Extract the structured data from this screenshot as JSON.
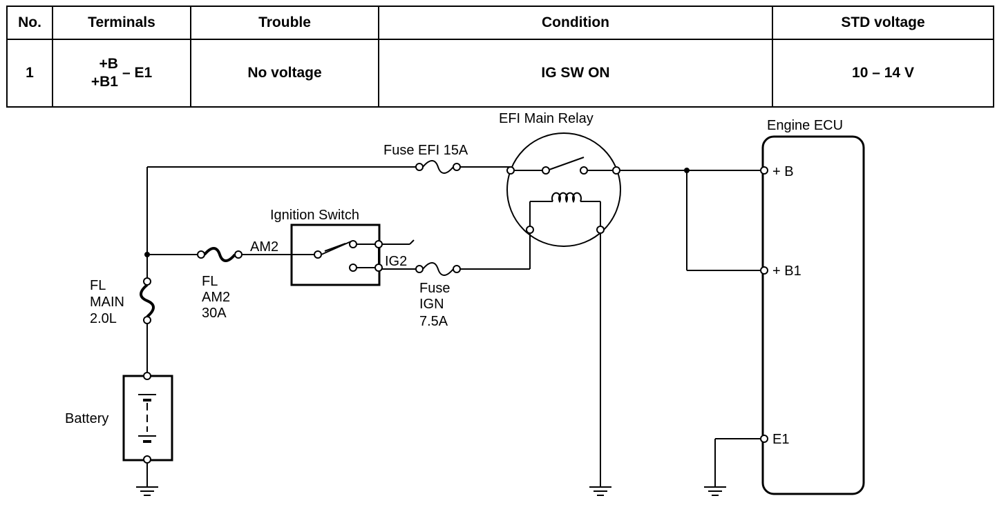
{
  "table": {
    "headers": [
      "No.",
      "Terminals",
      "Trouble",
      "Condition",
      "STD voltage"
    ],
    "row": {
      "no": "1",
      "terminal_b": "+B",
      "terminal_b1": "+B1",
      "terminal_e1": "– E1",
      "trouble": "No voltage",
      "condition": "IG SW ON",
      "std_voltage": "10 – 14 V"
    }
  },
  "diagram": {
    "efi_relay_label": "EFI Main Relay",
    "engine_ecu_label": "Engine ECU",
    "fuse_efi_label": "Fuse EFI 15A",
    "ignition_switch_label": "Ignition Switch",
    "am2_label": "AM2",
    "ig2_label": "IG2",
    "fl_am2_lines": [
      "FL",
      "AM2",
      "30A"
    ],
    "fl_main_lines": [
      "FL",
      "MAIN",
      "2.0L"
    ],
    "fuse_ign_lines": [
      "Fuse",
      "IGN",
      "7.5A"
    ],
    "battery_label": "Battery",
    "ecu_terminal_b": "+ B",
    "ecu_terminal_b1": "+ B1",
    "ecu_terminal_e1": "E1"
  }
}
